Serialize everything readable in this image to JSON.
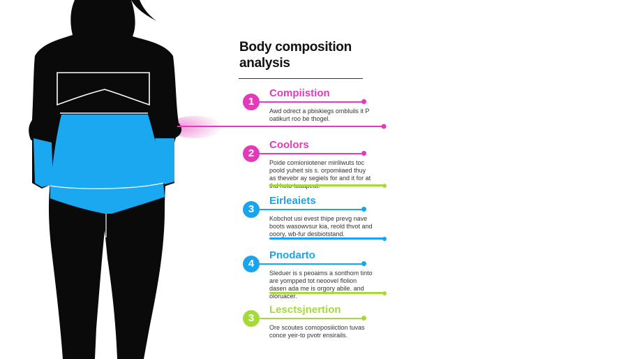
{
  "title_line1": "Body composition",
  "title_line2": "analysis",
  "colors": {
    "silhouette": "#0a0a0a",
    "highlight": "#1aa9f0",
    "magenta": "#e23ab8",
    "blue": "#1aa3ee",
    "lime": "#a6d93a"
  },
  "steps": [
    {
      "number": "1",
      "heading": "Compiistion",
      "description": "Awd odrect a pbiskiegs ombluils it P oatikurt roo be thogel.",
      "color": "#e23ab8",
      "line_color": "#e23ab8"
    },
    {
      "number": "2",
      "heading": "Coolors",
      "description": "Poide comioniotener miriliwuts toc poold yuheit sis s. orpomiiaed thuy as thevebr ay segiels for and it for at thd hoto toaapeut.",
      "color": "#e23ab8",
      "line_color": "#a6d93a"
    },
    {
      "number": "3",
      "heading": "Eirleaiets",
      "description": "Kobchot usi evest thipe prevg nave boots wasowvsur kia, reold thvot and ooory, wb-fur desbiotstand.",
      "color": "#1aa3ee",
      "line_color": "#1aa3ee"
    },
    {
      "number": "4",
      "heading": "Pnodarto",
      "description": "Sleduer is s peoaims a sonthom tinto are yompped tot neoovel flolion dasen ada me is orgory abile. and oloruacer.",
      "color": "#1aa3ee",
      "line_color": "#a6d93a"
    },
    {
      "number": "3",
      "heading": "Lesctsjnertion",
      "description": "Ore scoutes comoposiiiction tuvas conce yeir-to pvotr ensirails.",
      "color": "#a6d93a",
      "line_color": "#a6d93a"
    }
  ]
}
